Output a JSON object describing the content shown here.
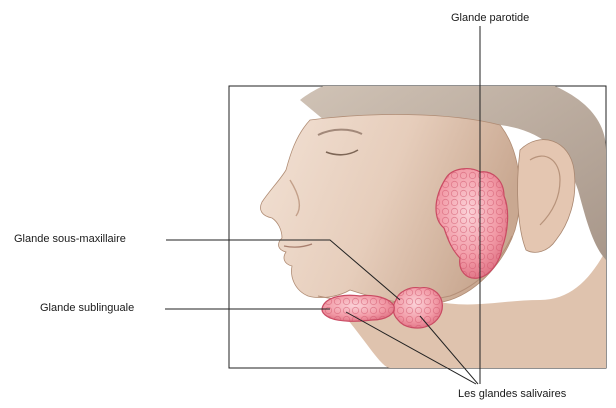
{
  "labels": {
    "parotid": "Glande parotide",
    "submandibular": "Glande sous-maxillaire",
    "sublingual": "Glande sublinguale",
    "caption": "Les glandes salivaires"
  },
  "colors": {
    "gland_fill": "#f29aa6",
    "gland_outline": "#c94a62",
    "gland_highlight": "#fbd2d8",
    "skin": "#e9d2c2",
    "skin_shadow": "#c7a68f",
    "hair": "#b9a898",
    "leader_line": "#222222",
    "frame": "#222222"
  }
}
